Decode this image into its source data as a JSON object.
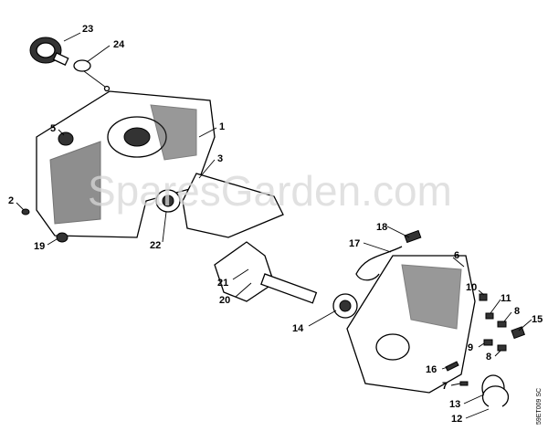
{
  "watermark": "SparesGarden.com",
  "drawing_code": "59ET009 SC",
  "callouts": [
    {
      "id": "23",
      "label": "23"
    },
    {
      "id": "24",
      "label": "24"
    },
    {
      "id": "1",
      "label": "1"
    },
    {
      "id": "5",
      "label": "5"
    },
    {
      "id": "3",
      "label": "3"
    },
    {
      "id": "2",
      "label": "2"
    },
    {
      "id": "19",
      "label": "19"
    },
    {
      "id": "22",
      "label": "22"
    },
    {
      "id": "18",
      "label": "18"
    },
    {
      "id": "17",
      "label": "17"
    },
    {
      "id": "6",
      "label": "6"
    },
    {
      "id": "21",
      "label": "21"
    },
    {
      "id": "20",
      "label": "20"
    },
    {
      "id": "14",
      "label": "14"
    },
    {
      "id": "10",
      "label": "10"
    },
    {
      "id": "11",
      "label": "11"
    },
    {
      "id": "8a",
      "label": "8"
    },
    {
      "id": "15",
      "label": "15"
    },
    {
      "id": "9",
      "label": "9"
    },
    {
      "id": "8b",
      "label": "8"
    },
    {
      "id": "16",
      "label": "16"
    },
    {
      "id": "7",
      "label": "7"
    },
    {
      "id": "13",
      "label": "13"
    },
    {
      "id": "12",
      "label": "12"
    }
  ]
}
